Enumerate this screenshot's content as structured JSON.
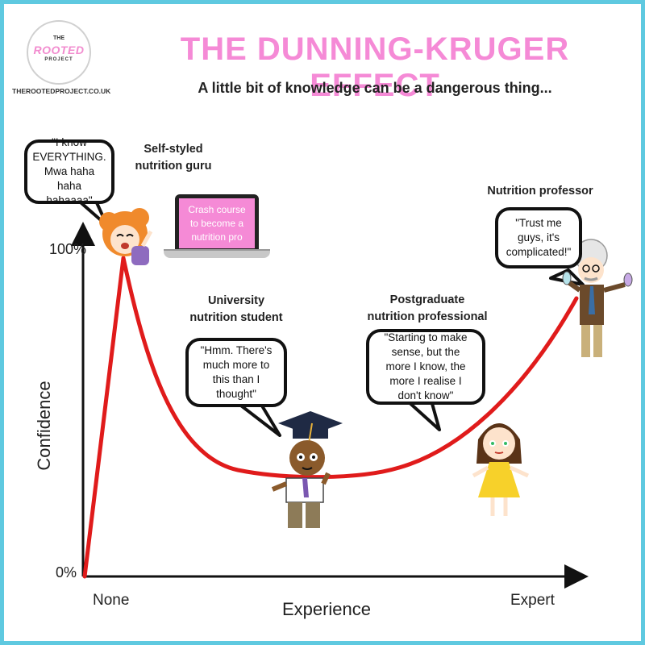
{
  "header": {
    "logo_the": "THE",
    "logo_rooted": "ROOTED",
    "logo_project": "PROJECT",
    "website": "THEROOTEDPROJECT.CO.UK",
    "title": "THE DUNNING-KRUGER EFFECT",
    "subtitle": "A little bit of knowledge can be a dangerous thing..."
  },
  "axes": {
    "y_label": "Confidence",
    "x_label": "Experience",
    "y_top": "100%",
    "y_bottom": "0%",
    "x_left": "None",
    "x_right": "Expert"
  },
  "stages": {
    "guru": {
      "label_line1": "Self-styled",
      "label_line2": "nutrition guru",
      "quote_line1": "\"I know",
      "quote_line2": "EVERYTHING.",
      "quote_line3": "Mwa haha haha",
      "quote_line4": "hahaaaa\""
    },
    "laptop": {
      "line1": "Crash course",
      "line2": "to become a",
      "line3": "nutrition pro"
    },
    "student": {
      "label_line1": "University",
      "label_line2": "nutrition student",
      "quote_line1": "\"Hmm. There's",
      "quote_line2": "much more to",
      "quote_line3": "this than I",
      "quote_line4": "thought\""
    },
    "postgrad": {
      "label_line1": "Postgraduate",
      "label_line2": "nutrition professional",
      "quote_line1": "\"Starting to make",
      "quote_line2": "sense, but the",
      "quote_line3": "more I know, the",
      "quote_line4": "more I realise I",
      "quote_line5": "don't know\""
    },
    "professor": {
      "label": "Nutrition professor",
      "quote_line1": "\"Trust me",
      "quote_line2": "guys, it's",
      "quote_line3": "complicated!\""
    }
  },
  "colors": {
    "border": "#5fc9e0",
    "title": "#f58ad6",
    "curve": "#e01b1b",
    "laptop_screen": "#f58ad6"
  },
  "icons": [
    "guru-character-icon",
    "laptop-icon",
    "graduate-student-icon",
    "postgrad-woman-icon",
    "professor-icon"
  ]
}
